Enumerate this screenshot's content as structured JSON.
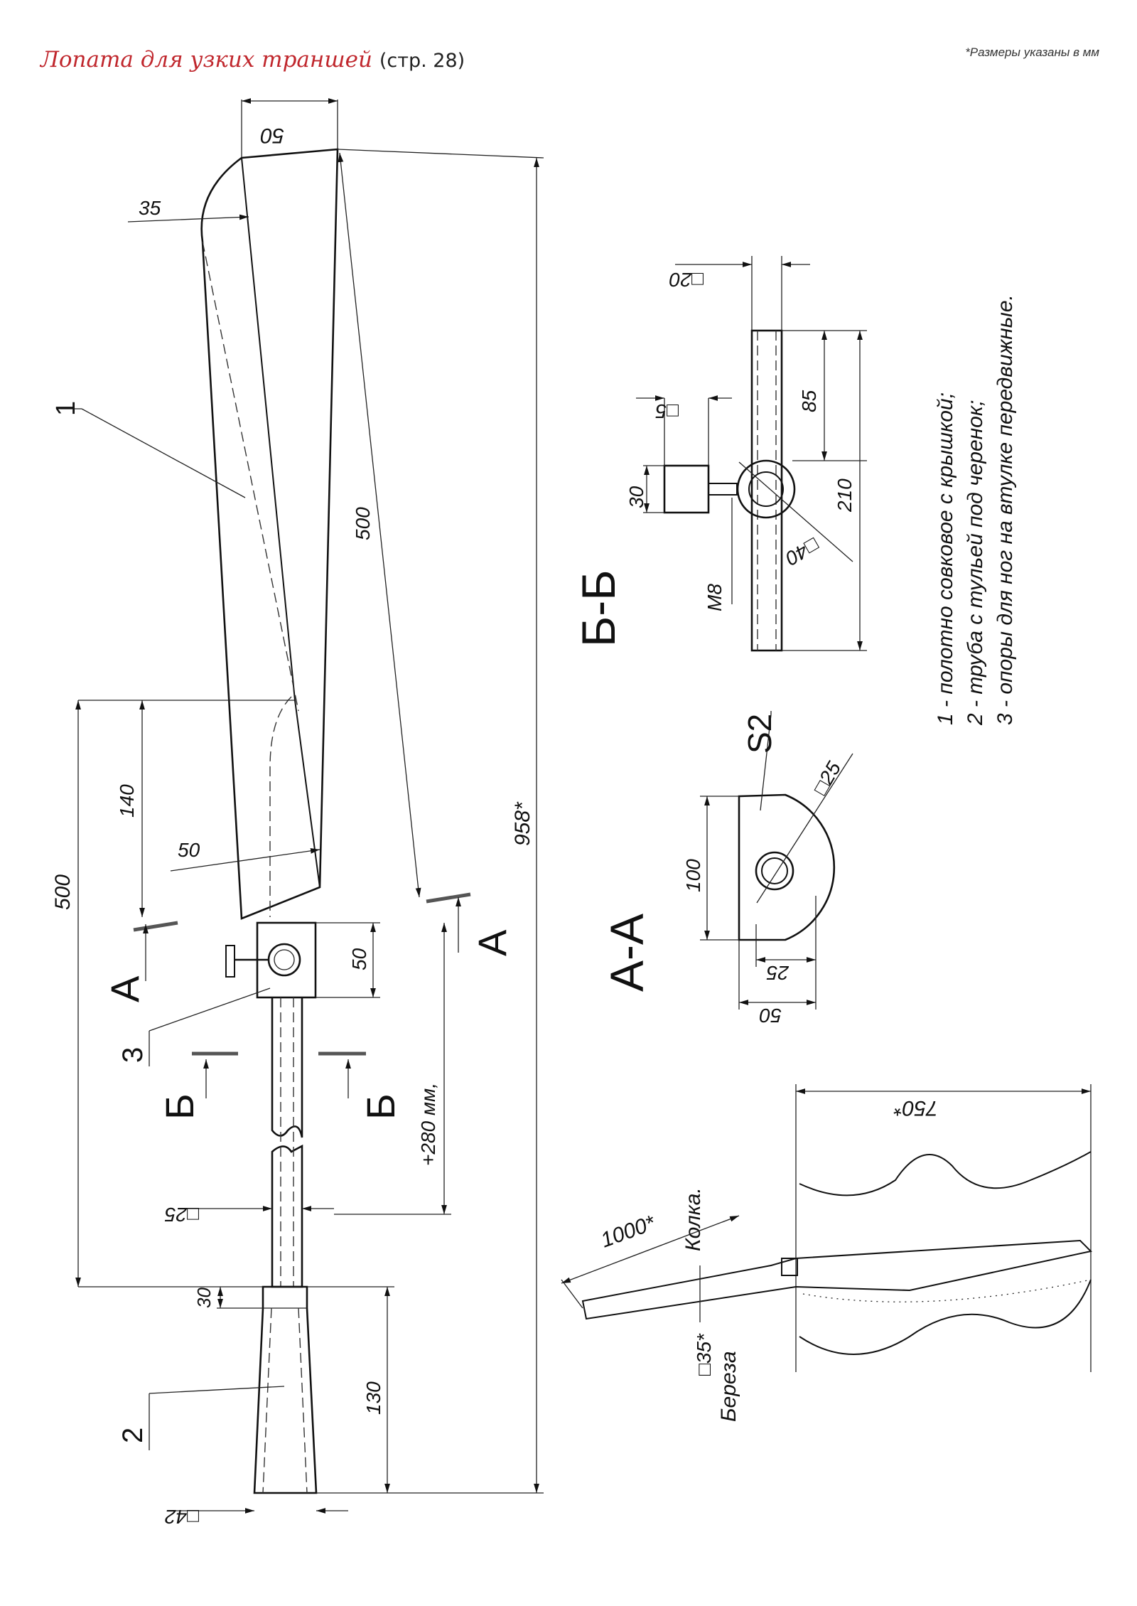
{
  "header": {
    "title": "Лопата для узких траншей",
    "page": "(стр. 28)",
    "units_note": "*Размеры указаны в мм"
  },
  "dims": {
    "blade_width_top": "50",
    "blade_edge": "35",
    "blade_length": "500",
    "overall": "958*",
    "lower_width": "50",
    "lower_len": "140",
    "handle_zone": "500",
    "sleeve_h": "50",
    "travel": "+280 мм,",
    "tube_sq": "□25",
    "cone_len": "30",
    "cone_body": "130",
    "cone_end": "□42",
    "bb_square_top": "□20",
    "bb_plate": "□5",
    "bb_height": "30",
    "bb_85": "85",
    "bb_210": "210",
    "bb_ring": "□40",
    "bb_bolt": "М8",
    "aa_100": "100",
    "aa_25": "25",
    "aa_50": "50",
    "aa_s2": "S2",
    "aa_sq25": "□25",
    "cross_750": "750*",
    "cross_1000": "1000*",
    "cross_35": "□35*"
  },
  "labels": {
    "n1": "1",
    "n2": "2",
    "n3": "3",
    "cut_a": "А",
    "cut_b": "Б",
    "sec_bb": "Б-Б",
    "sec_aa": "А-А",
    "kolka": "Колка.",
    "bereza": "Береза"
  },
  "legend": [
    "1 - полотно совковое с крышкой;",
    "2 - труба с тульей под черенок;",
    "3 - опоры для ног на втулке передвижные."
  ]
}
